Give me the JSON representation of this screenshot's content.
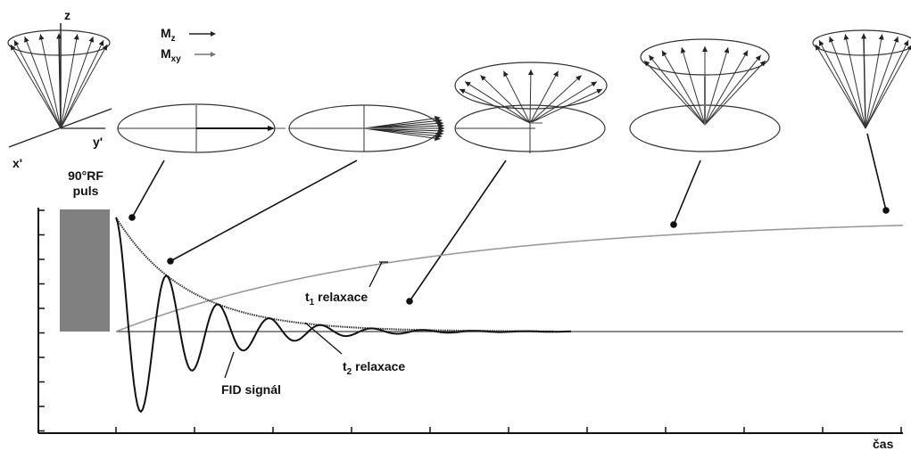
{
  "axes_3d": {
    "z": "z",
    "x": "x'",
    "y": "y'"
  },
  "legend": {
    "mz_main": "M",
    "mz_sub": "z",
    "mxy_main": "M",
    "mxy_sub": "xy",
    "mz_color": "#222222",
    "mxy_color": "#777777"
  },
  "pulse": {
    "line1": "90°RF",
    "line2": "puls",
    "color": "#808080"
  },
  "labels": {
    "t1_main": "t",
    "t1_sub": "1",
    "t1_rest": " relaxace",
    "t2_main": "t",
    "t2_sub": "2",
    "t2_rest": " relaxace",
    "fid": "FID signál",
    "time_axis": "čas"
  },
  "curves": {
    "t1_color": "#9a9a9a",
    "t2_color": "#333333",
    "fid_color": "#111111"
  }
}
